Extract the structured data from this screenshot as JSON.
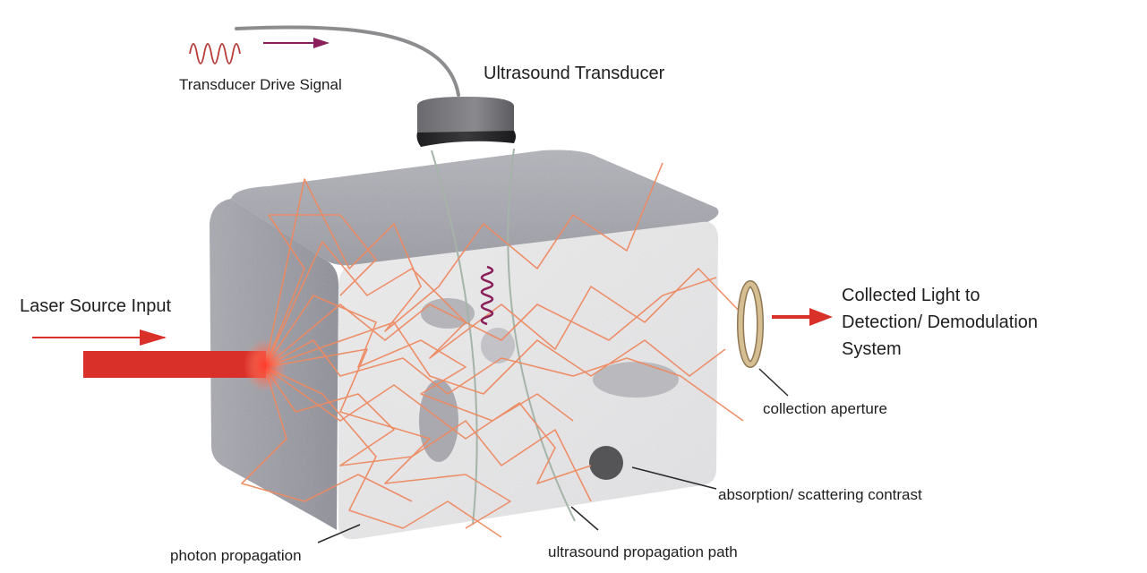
{
  "labels": {
    "drive_signal": "Transducer Drive Signal",
    "transducer": "Ultrasound Transducer",
    "laser_input": "Laser Source Input",
    "collected_line1": "Collected Light to",
    "collected_line2": "Detection/ Demodulation",
    "collected_line3": "System",
    "aperture": "collection aperture",
    "contrast": "absorption/ scattering contrast",
    "photon": "photon propagation",
    "us_path": "ultrasound propagation path"
  },
  "colors": {
    "laser": "#d9302a",
    "photon_path": "#ee8a62",
    "drive_signal": "#8a1f5c",
    "ultrasound_path": "#a4b4a8",
    "box_top": "#a6a6ae",
    "box_side": "#9d9da6",
    "box_front": "#e9e9ea",
    "aperture_ring": "#b99e6c"
  },
  "icons": {
    "transducer": "transducer-icon",
    "aperture": "lens-ring-icon",
    "wave": "sine-wave-icon"
  }
}
